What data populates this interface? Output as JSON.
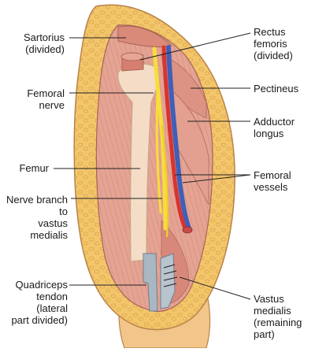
{
  "labels": {
    "sartorius": [
      "Sartorius",
      "(divided)"
    ],
    "femoral_nerve": [
      "Femoral",
      "nerve"
    ],
    "femur": [
      "Femur"
    ],
    "nerve_branch": [
      "Nerve branch",
      "to",
      "vastus",
      "medialis"
    ],
    "quadriceps": [
      "Quadriceps",
      "tendon",
      "(lateral",
      "part divided)"
    ],
    "rectus_femoris": [
      "Rectus",
      "femoris",
      "(divided)"
    ],
    "pectineus": [
      "Pectineus"
    ],
    "adductor_longus": [
      "Adductor",
      "longus"
    ],
    "femoral_vessels": [
      "Femoral",
      "vessels"
    ],
    "vastus_medialis": [
      "Vastus",
      "medialis",
      "(remaining",
      "part)"
    ]
  },
  "colors": {
    "fat": "#f3c66b",
    "fat_dots": "#e0a94a",
    "skin_edge": "#c48a3a",
    "muscle": "#e29f8f",
    "muscle_dark": "#c8796a",
    "bone": "#f4dcc6",
    "nerve": "#f6de3c",
    "artery": "#d8342f",
    "vein": "#3f5fb8",
    "tendon": "#a9b7c3",
    "leader_line": "#222222"
  }
}
